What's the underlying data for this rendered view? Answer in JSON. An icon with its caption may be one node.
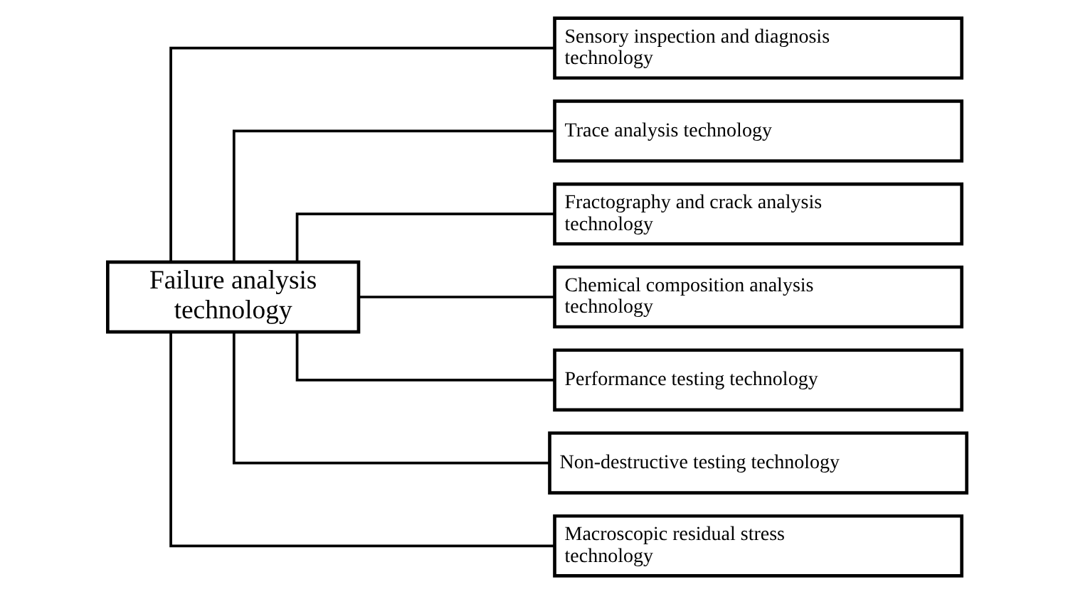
{
  "diagram": {
    "nodes": [
      {
        "text": [
          "Failure analysis technology"
        ]
      },
      {
        "text": [
          "Sensory inspection and diagnosis technology"
        ]
      },
      {
        "text": [
          "Trace analysis technology"
        ]
      },
      {
        "text": [
          "Fractography and crack analysis technology"
        ]
      },
      {
        "text": [
          "Chemical composition analysis technology"
        ]
      },
      {
        "text": [
          "Performance testing technology"
        ]
      },
      {
        "text": [
          "Non-destructive testing technology"
        ]
      },
      {
        "text": [
          "Macroscopic residual stress technology"
        ]
      }
    ],
    "edges": [
      {
        "from": 0,
        "to": 1,
        "arrow": "none"
      },
      {
        "from": 0,
        "to": 2,
        "arrow": "none"
      },
      {
        "from": 0,
        "to": 3,
        "arrow": "none"
      },
      {
        "from": 0,
        "to": 4,
        "arrow": "none"
      },
      {
        "from": 0,
        "to": 5,
        "arrow": "none"
      },
      {
        "from": 0,
        "to": 6,
        "arrow": "none"
      },
      {
        "from": 0,
        "to": 7,
        "arrow": "none"
      }
    ]
  }
}
